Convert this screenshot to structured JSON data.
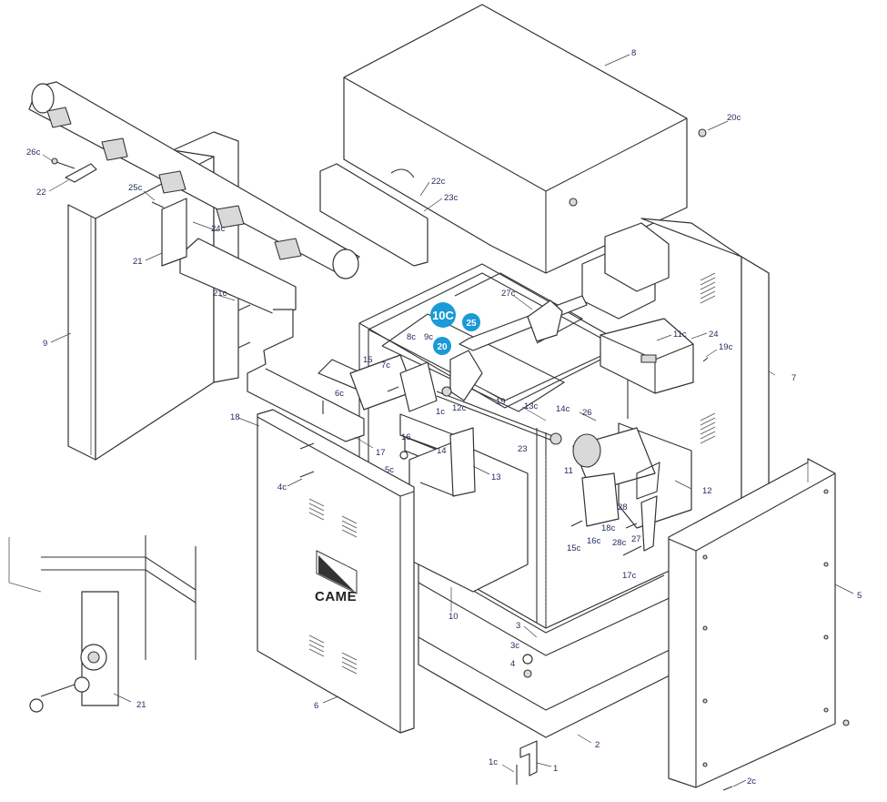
{
  "logo_text": "CAME",
  "labels": [
    {
      "id": "8",
      "text": "8"
    },
    {
      "id": "20c",
      "text": "20c"
    },
    {
      "id": "26c",
      "text": "26c"
    },
    {
      "id": "22",
      "text": "22"
    },
    {
      "id": "25c",
      "text": "25c"
    },
    {
      "id": "22c",
      "text": "22c"
    },
    {
      "id": "23c",
      "text": "23c"
    },
    {
      "id": "24c",
      "text": "24c"
    },
    {
      "id": "21",
      "text": "21"
    },
    {
      "id": "21c",
      "text": "21c"
    },
    {
      "id": "27c",
      "text": "27c"
    },
    {
      "id": "9",
      "text": "9"
    },
    {
      "id": "8c",
      "text": "8c"
    },
    {
      "id": "9c",
      "text": "9c"
    },
    {
      "id": "11c",
      "text": "11c"
    },
    {
      "id": "24",
      "text": "24"
    },
    {
      "id": "19c",
      "text": "19c"
    },
    {
      "id": "7",
      "text": "7"
    },
    {
      "id": "15",
      "text": "15"
    },
    {
      "id": "7c",
      "text": "7c"
    },
    {
      "id": "6c",
      "text": "6c"
    },
    {
      "id": "1c-a",
      "text": "1c"
    },
    {
      "id": "12c",
      "text": "12c"
    },
    {
      "id": "19",
      "text": "19"
    },
    {
      "id": "13c",
      "text": "13c"
    },
    {
      "id": "14c",
      "text": "14c"
    },
    {
      "id": "26",
      "text": "26"
    },
    {
      "id": "18",
      "text": "18"
    },
    {
      "id": "16",
      "text": "16"
    },
    {
      "id": "14",
      "text": "14"
    },
    {
      "id": "17",
      "text": "17"
    },
    {
      "id": "5c",
      "text": "5c"
    },
    {
      "id": "23",
      "text": "23"
    },
    {
      "id": "13",
      "text": "13"
    },
    {
      "id": "11",
      "text": "11"
    },
    {
      "id": "12",
      "text": "12"
    },
    {
      "id": "4c",
      "text": "4c"
    },
    {
      "id": "28",
      "text": "28"
    },
    {
      "id": "18c",
      "text": "18c"
    },
    {
      "id": "16c",
      "text": "16c"
    },
    {
      "id": "15c",
      "text": "15c"
    },
    {
      "id": "28c",
      "text": "28c"
    },
    {
      "id": "27",
      "text": "27"
    },
    {
      "id": "17c",
      "text": "17c"
    },
    {
      "id": "5",
      "text": "5"
    },
    {
      "id": "10",
      "text": "10"
    },
    {
      "id": "3",
      "text": "3"
    },
    {
      "id": "3c",
      "text": "3c"
    },
    {
      "id": "4",
      "text": "4"
    },
    {
      "id": "21-b",
      "text": "21"
    },
    {
      "id": "6",
      "text": "6"
    },
    {
      "id": "2",
      "text": "2"
    },
    {
      "id": "1c-b",
      "text": "1c"
    },
    {
      "id": "1",
      "text": "1"
    },
    {
      "id": "2c",
      "text": "2c"
    }
  ],
  "badges": [
    {
      "id": "10C",
      "text": "10C"
    },
    {
      "id": "25",
      "text": "25"
    },
    {
      "id": "20",
      "text": "20"
    }
  ],
  "colors": {
    "badge": "#1a9ad6",
    "label": "#1f2a5c"
  }
}
